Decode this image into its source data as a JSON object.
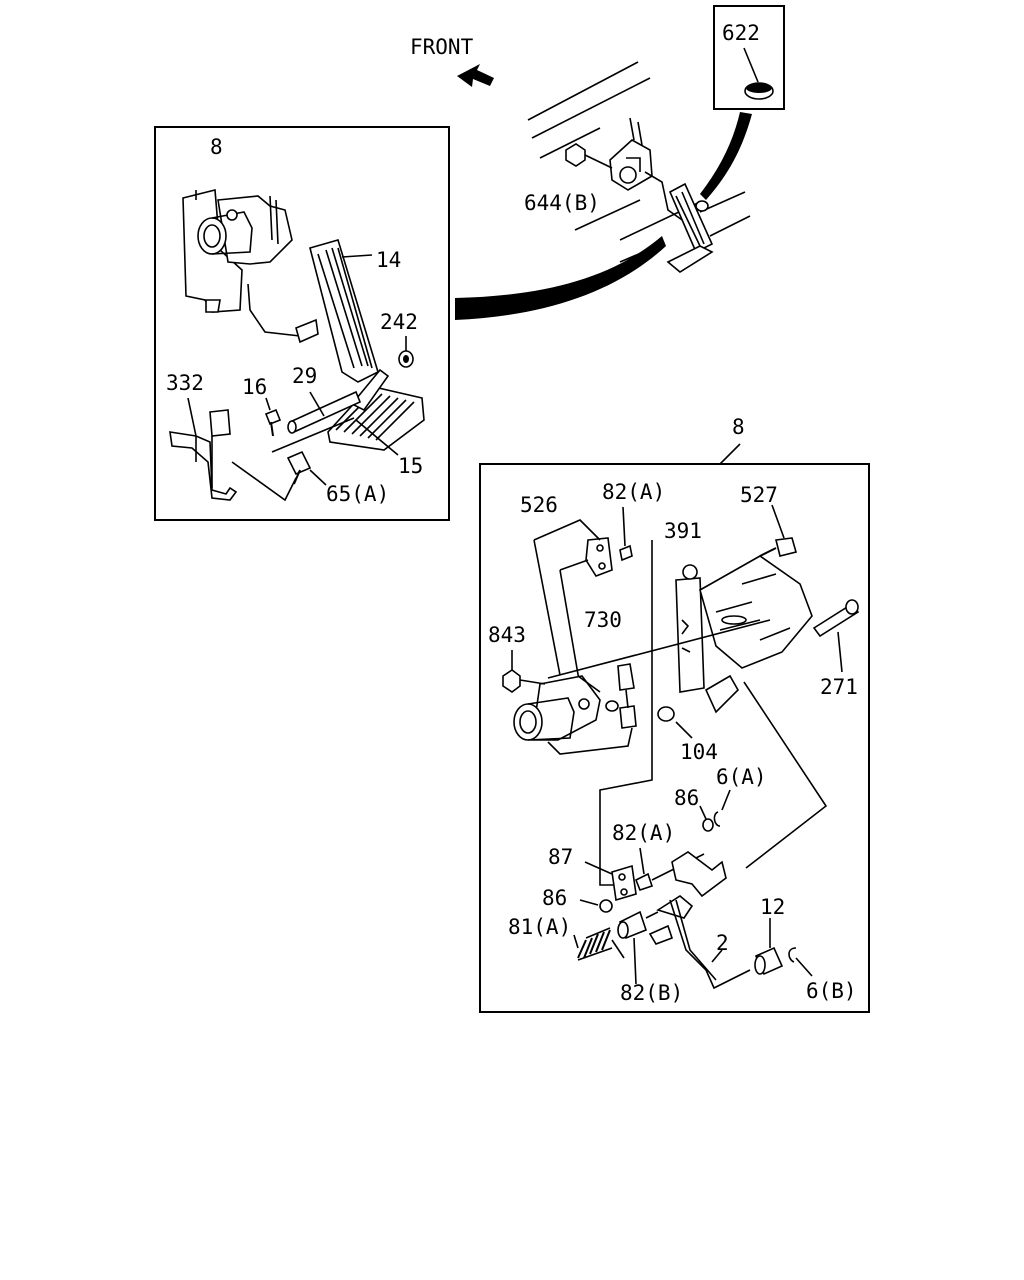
{
  "direction_label": "FRONT",
  "labels": {
    "p622": "622",
    "p644b": "644(B)",
    "p8_top": "8",
    "p14": "14",
    "p242": "242",
    "p332": "332",
    "p16": "16",
    "p29": "29",
    "p15": "15",
    "p65a": "65(A)",
    "p8_callout": "8",
    "p526": "526",
    "p82a_top": "82(A)",
    "p527": "527",
    "p391": "391",
    "p843": "843",
    "p730": "730",
    "p271": "271",
    "p104": "104",
    "p86_upper": "86",
    "p6a": "6(A)",
    "p82a_mid": "82(A)",
    "p87": "87",
    "p86_lower": "86",
    "p81a": "81(A)",
    "p2": "2",
    "p12": "12",
    "p82b": "82(B)",
    "p6b": "6(B)"
  }
}
